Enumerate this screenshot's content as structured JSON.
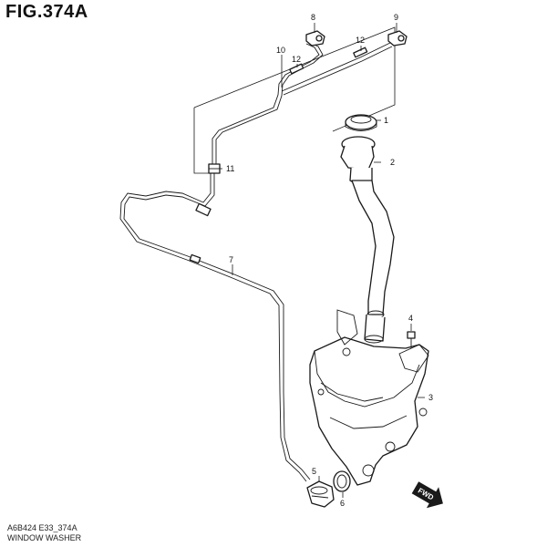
{
  "figure": {
    "title": "FIG.374A",
    "code": "A6B424 E33_374A",
    "name": "WINDOW WASHER"
  },
  "callouts": {
    "c1": "1",
    "c2": "2",
    "c3": "3",
    "c4": "4",
    "c5": "5",
    "c6": "6",
    "c7": "7",
    "c8": "8",
    "c9": "9",
    "c10": "10",
    "c11": "11",
    "c12a": "12",
    "c12b": "12"
  },
  "fwd_label": "FWD"
}
